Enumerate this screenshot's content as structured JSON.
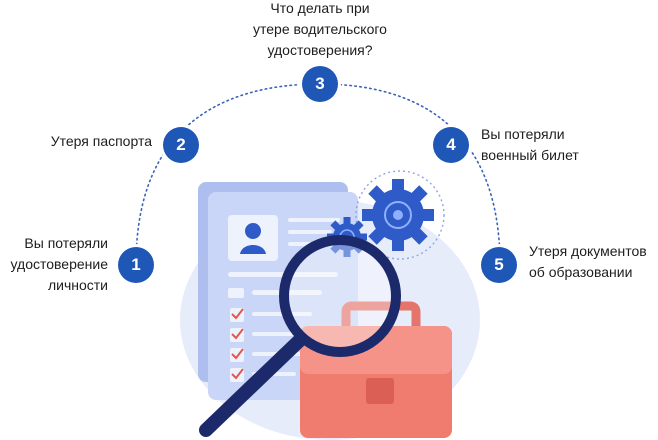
{
  "steps": [
    {
      "num": "1",
      "lines": [
        "Вы потеряли",
        "удостоверение",
        "личности"
      ]
    },
    {
      "num": "2",
      "lines": [
        "Утеря паспорта"
      ]
    },
    {
      "num": "3",
      "lines": [
        "Что делать при",
        "утере водительского",
        "удостоверения?"
      ]
    },
    {
      "num": "4",
      "lines": [
        "Вы потеряли",
        "военный билет"
      ]
    },
    {
      "num": "5",
      "lines": [
        "Утеря документов",
        "об образовании"
      ]
    }
  ],
  "colors": {
    "accent": "#1e57b6",
    "arc": "#3a63b8",
    "doc": "#b9c9f4",
    "doc_dark": "#8ea6e6",
    "bag": "#f07c70",
    "bag_dark": "#dc5f55",
    "gear": "#2f5bc9",
    "blob": "#e7ecfb"
  },
  "icons": [
    "document-icon",
    "gear-icon",
    "magnifier-icon",
    "briefcase-icon",
    "checkmark-icon",
    "avatar-icon"
  ]
}
